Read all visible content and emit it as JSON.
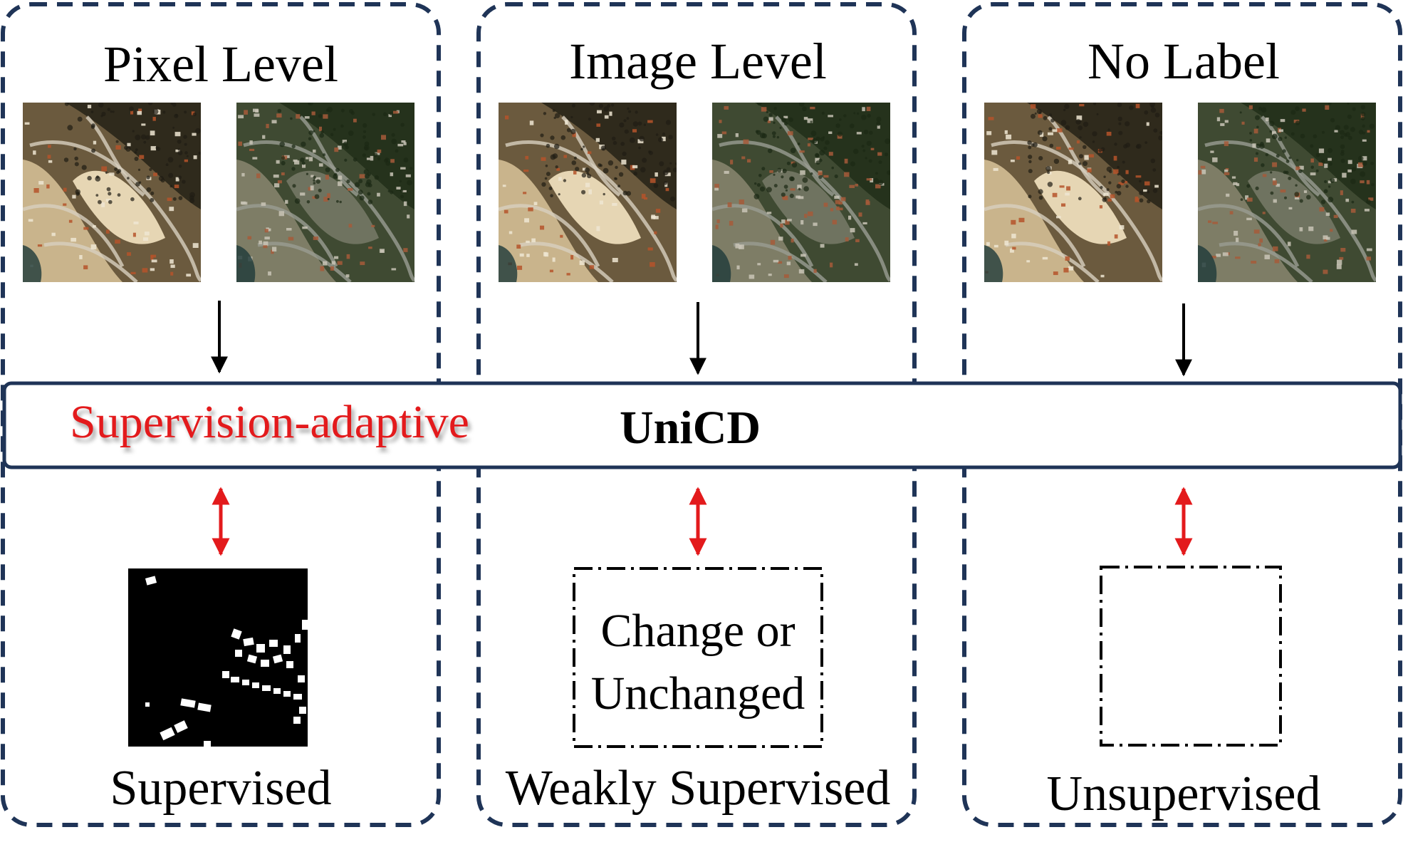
{
  "columns": [
    {
      "title": "Pixel Level",
      "label": "Supervised",
      "output": "mask"
    },
    {
      "title": "Image Level",
      "label": "Weakly Supervised",
      "output": "Change or Unchanged"
    },
    {
      "title": "No Label",
      "label": "Unsupervised",
      "output": ""
    }
  ],
  "band": {
    "left_text": "Supervision-adaptive",
    "center_text": "UniCD"
  },
  "weak_output": {
    "line1": "Change or",
    "line2": "Unchanged"
  },
  "colors": {
    "frame": "#1f3457",
    "accent_red": "#e31a1c",
    "arrow": "#000000"
  },
  "icons": {
    "down_arrow": "down-arrow-icon",
    "double_arrow": "double-arrow-icon"
  }
}
